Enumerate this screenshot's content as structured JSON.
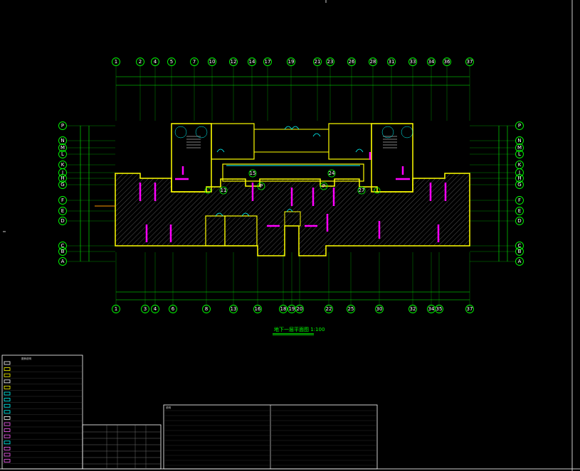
{
  "drawing": {
    "title": "地下一层平面图 1:100",
    "colors": {
      "background": "#000000",
      "axis": "#00ff00",
      "wall": "#ffff00",
      "partition": "#ff00ff",
      "door": "#00ffff",
      "frame": "#ffffff",
      "annotation": "#ff9900"
    }
  },
  "axes": {
    "top": [
      "1",
      "2",
      "4",
      "5",
      "7",
      "10",
      "12",
      "14",
      "17",
      "19",
      "21",
      "23",
      "26",
      "28",
      "31",
      "33",
      "34",
      "36",
      "37"
    ],
    "bottom": [
      "1",
      "3",
      "4",
      "6",
      "8",
      "13",
      "16",
      "18",
      "19",
      "20",
      "22",
      "25",
      "30",
      "32",
      "34",
      "35",
      "37"
    ],
    "left": [
      "P",
      "N",
      "M",
      "L",
      "K",
      "J",
      "H",
      "G",
      "F",
      "E",
      "D",
      "C",
      "B",
      "A"
    ],
    "right": [
      "P",
      "N",
      "M",
      "L",
      "K",
      "J",
      "H",
      "G",
      "F",
      "E",
      "D",
      "C",
      "B",
      "A"
    ]
  },
  "rooms": {
    "labels": [
      "15",
      "24",
      "11",
      "27",
      "P",
      "P"
    ]
  },
  "legend": {
    "title": "图例说明",
    "rows": [
      "",
      "",
      "",
      "",
      "",
      "",
      "",
      "",
      "",
      "",
      "",
      "",
      "",
      "",
      "",
      "",
      ""
    ]
  },
  "schedule": {
    "rows": [
      "",
      "",
      "",
      "",
      "",
      ""
    ]
  },
  "notes": {
    "heading": "说明",
    "lines": [
      "",
      "",
      "",
      "",
      "",
      "",
      "",
      "",
      "",
      "",
      "",
      ""
    ]
  }
}
